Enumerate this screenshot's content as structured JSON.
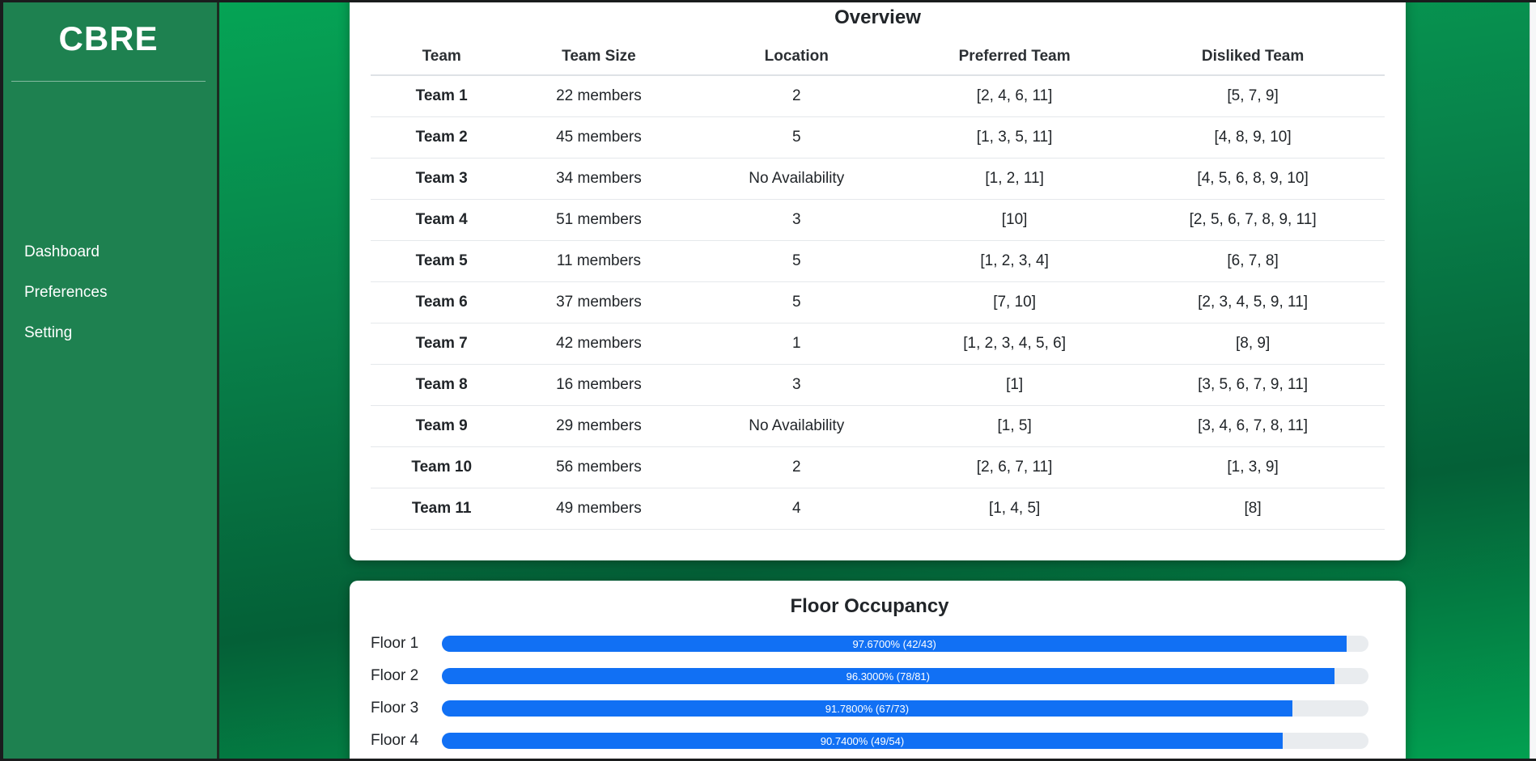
{
  "sidebar": {
    "logo": "CBRE",
    "items": [
      {
        "label": "Dashboard"
      },
      {
        "label": "Preferences"
      },
      {
        "label": "Setting"
      }
    ]
  },
  "overview": {
    "title": "Overview",
    "columns": [
      "Team",
      "Team Size",
      "Location",
      "Preferred Team",
      "Disliked Team"
    ],
    "rows": [
      {
        "team": "Team 1",
        "size": "22 members",
        "location": "2",
        "preferred": "[2, 4, 6, 11]",
        "disliked": "[5, 7, 9]"
      },
      {
        "team": "Team 2",
        "size": "45 members",
        "location": "5",
        "preferred": "[1, 3, 5, 11]",
        "disliked": "[4, 8, 9, 10]"
      },
      {
        "team": "Team 3",
        "size": "34 members",
        "location": "No Availability",
        "preferred": "[1, 2, 11]",
        "disliked": "[4, 5, 6, 8, 9, 10]"
      },
      {
        "team": "Team 4",
        "size": "51 members",
        "location": "3",
        "preferred": "[10]",
        "disliked": "[2, 5, 6, 7, 8, 9, 11]"
      },
      {
        "team": "Team 5",
        "size": "11 members",
        "location": "5",
        "preferred": "[1, 2, 3, 4]",
        "disliked": "[6, 7, 8]"
      },
      {
        "team": "Team 6",
        "size": "37 members",
        "location": "5",
        "preferred": "[7, 10]",
        "disliked": "[2, 3, 4, 5, 9, 11]"
      },
      {
        "team": "Team 7",
        "size": "42 members",
        "location": "1",
        "preferred": "[1, 2, 3, 4, 5, 6]",
        "disliked": "[8, 9]"
      },
      {
        "team": "Team 8",
        "size": "16 members",
        "location": "3",
        "preferred": "[1]",
        "disliked": "[3, 5, 6, 7, 9, 11]"
      },
      {
        "team": "Team 9",
        "size": "29 members",
        "location": "No Availability",
        "preferred": "[1, 5]",
        "disliked": "[3, 4, 6, 7, 8, 11]"
      },
      {
        "team": "Team 10",
        "size": "56 members",
        "location": "2",
        "preferred": "[2, 6, 7, 11]",
        "disliked": "[1, 3, 9]"
      },
      {
        "team": "Team 11",
        "size": "49 members",
        "location": "4",
        "preferred": "[1, 4, 5]",
        "disliked": "[8]"
      }
    ]
  },
  "floor_occupancy": {
    "title": "Floor Occupancy",
    "bar_color": "#1170f4",
    "track_color": "#e9ecef",
    "bars": [
      {
        "label": "Floor 1",
        "percent": 97.67,
        "occupied": 42,
        "capacity": 43,
        "text": "97.6700% (42/43)"
      },
      {
        "label": "Floor 2",
        "percent": 96.3,
        "occupied": 78,
        "capacity": 81,
        "text": "96.3000% (78/81)"
      },
      {
        "label": "Floor 3",
        "percent": 91.78,
        "occupied": 67,
        "capacity": 73,
        "text": "91.7800% (67/73)"
      },
      {
        "label": "Floor 4",
        "percent": 90.74,
        "occupied": 49,
        "capacity": 54,
        "text": "90.7400% (49/54)"
      }
    ]
  },
  "colors": {
    "sidebar_green": "#1e8150",
    "background_green_top": "#05a455",
    "background_green_dark": "#046037",
    "background_green_bottom": "#02a151",
    "accent_blue": "#1170f4",
    "progress_track": "#e9ecef",
    "text_dark": "#212529"
  }
}
